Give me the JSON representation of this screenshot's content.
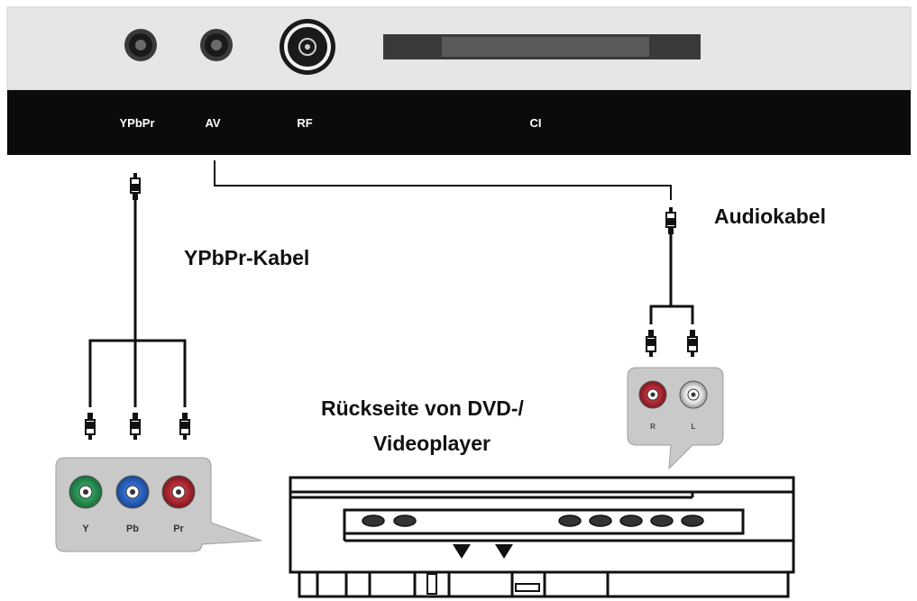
{
  "tv_panel": {
    "ports": {
      "ypbpr": "YPbPr",
      "av": "AV",
      "rf": "RF",
      "ci": "CI"
    }
  },
  "cables": {
    "ypbpr_cable": "YPbPr-Kabel",
    "audio_cable": "Audiokabel"
  },
  "dvd_player": {
    "caption_line1": "Rückseite von DVD-/",
    "caption_line2": "Videoplayer"
  },
  "component_jacks": {
    "y": "Y",
    "pb": "Pb",
    "pr": "Pr"
  },
  "audio_jacks": {
    "r": "R",
    "l": "L"
  },
  "colors": {
    "jack_y": "#2e9e5b",
    "jack_pb": "#2f6fd0",
    "jack_pr": "#c0303a",
    "jack_r": "#c0303a",
    "jack_l": "#eeeeee"
  }
}
